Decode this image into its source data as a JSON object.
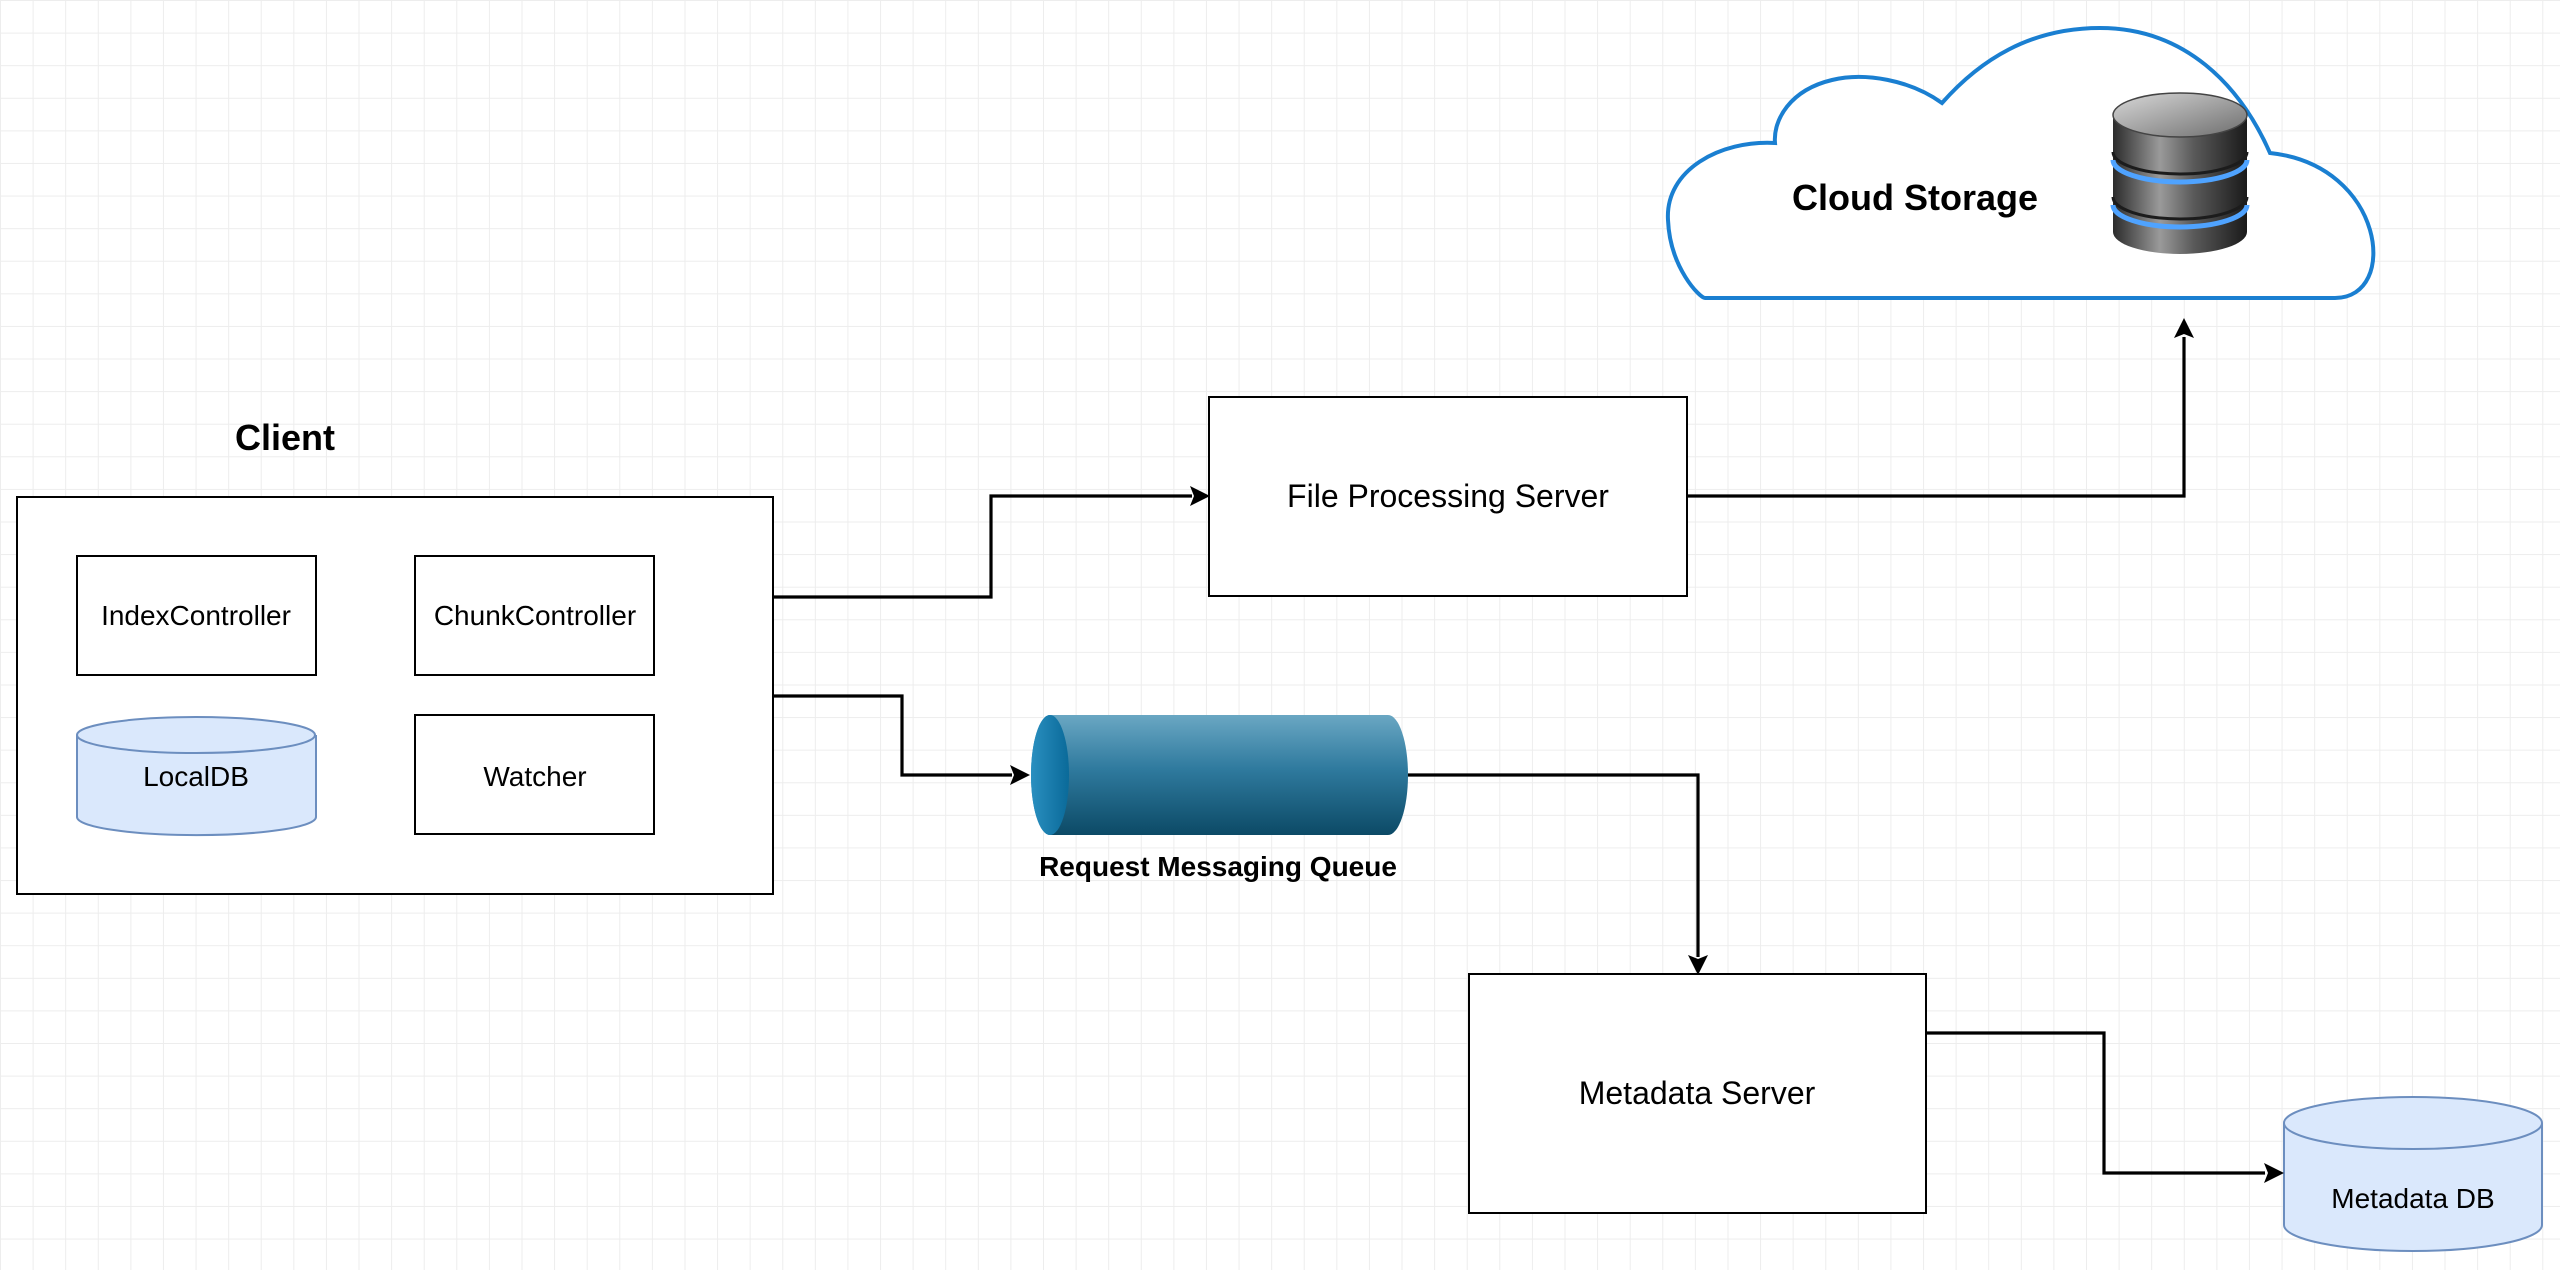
{
  "diagram": {
    "client": {
      "title": "Client",
      "index_controller": "IndexController",
      "chunk_controller": "ChunkController",
      "local_db": "LocalDB",
      "watcher": "Watcher"
    },
    "file_processing_server": "File Processing Server",
    "cloud_storage": "Cloud Storage",
    "request_queue": "Request Messaging Queue",
    "metadata_server": "Metadata Server",
    "metadata_db": "Metadata DB"
  },
  "colors": {
    "cloud_outline": "#1a7fd1",
    "database_fill": "#dae8fc",
    "database_stroke": "#6c8ebf",
    "queue_body": "#2e6f8e",
    "queue_face": "#0f77a8"
  },
  "icons": {
    "cloud_storage": "database-cylinder-icon"
  }
}
